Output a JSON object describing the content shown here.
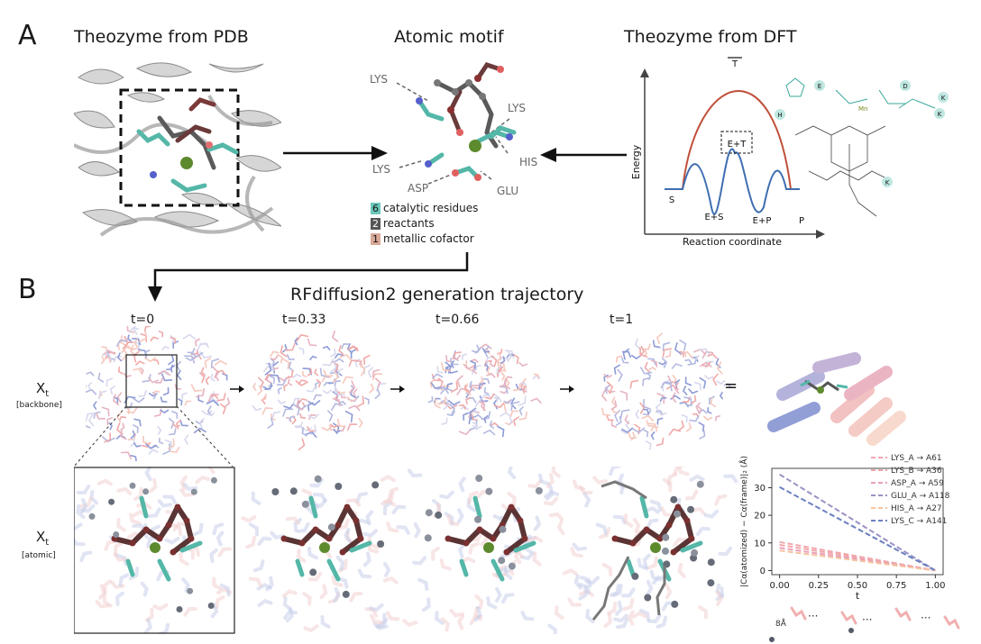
{
  "panelA": {
    "letter": "A",
    "title_pdb": "Theozyme from PDB",
    "title_motif": "Atomic motif",
    "title_dft": "Theozyme from DFT",
    "motif_labels": [
      "LYS",
      "LYS",
      "LYS",
      "HIS",
      "ASP",
      "GLU"
    ],
    "legend": [
      {
        "count": "6",
        "text": "catalytic residues",
        "color": "#6cc7bb"
      },
      {
        "count": "2",
        "text": "reactants",
        "color": "#555555"
      },
      {
        "count": "1",
        "text": "metallic cofactor",
        "color": "#d9a898"
      }
    ],
    "energy": {
      "ylabel": "Energy",
      "xlabel": "Reaction coordinate",
      "states": [
        "T",
        "E+T",
        "S",
        "E+S",
        "E+P",
        "P"
      ],
      "chem_labels": [
        "E",
        "D",
        "H",
        "K",
        "K",
        "K",
        "Mn"
      ]
    }
  },
  "panelB": {
    "letter": "B",
    "title": "RFdiffusion2 generation trajectory",
    "timesteps": [
      "t=0",
      "t=0.33",
      "t=0.66",
      "t=1"
    ],
    "row1_label": "X",
    "row1_sub": "t",
    "row1_tag": "[backbone]",
    "row2_label": "X",
    "row2_sub": "t",
    "row2_tag": "[atomic]",
    "equals": "="
  },
  "chart_data": {
    "type": "line",
    "xlabel": "t",
    "ylabel": "|Cα(atomized) − Cα(frame)|₂ (Å)",
    "x": [
      0.0,
      1.0
    ],
    "xticks": [
      "0.00",
      "0.25",
      "0.50",
      "0.75",
      "1.00"
    ],
    "yticks": [
      "0",
      "10",
      "20",
      "30"
    ],
    "xlim": [
      -0.05,
      1.05
    ],
    "ylim": [
      -1.5,
      37
    ],
    "grid": false,
    "legend_position": "top-right",
    "series": [
      {
        "name": "LYS_A → A61",
        "values": [
          10.3,
          0
        ],
        "color": "#f2a6ad"
      },
      {
        "name": "LYS_B → A36",
        "values": [
          9.3,
          0
        ],
        "color": "#f0a9a9"
      },
      {
        "name": "ASP_A → A59",
        "values": [
          8.2,
          0
        ],
        "color": "#e8a0b8"
      },
      {
        "name": "GLU_A → A118",
        "values": [
          34.8,
          0
        ],
        "color": "#9b91c4"
      },
      {
        "name": "HIS_A → A27",
        "values": [
          7.2,
          0
        ],
        "color": "#f5c3a0"
      },
      {
        "name": "LYS_C → A141",
        "values": [
          30.2,
          0
        ],
        "color": "#6b80c0"
      }
    ],
    "bottom_scale_label": "8Å",
    "ellipsis": "···"
  }
}
